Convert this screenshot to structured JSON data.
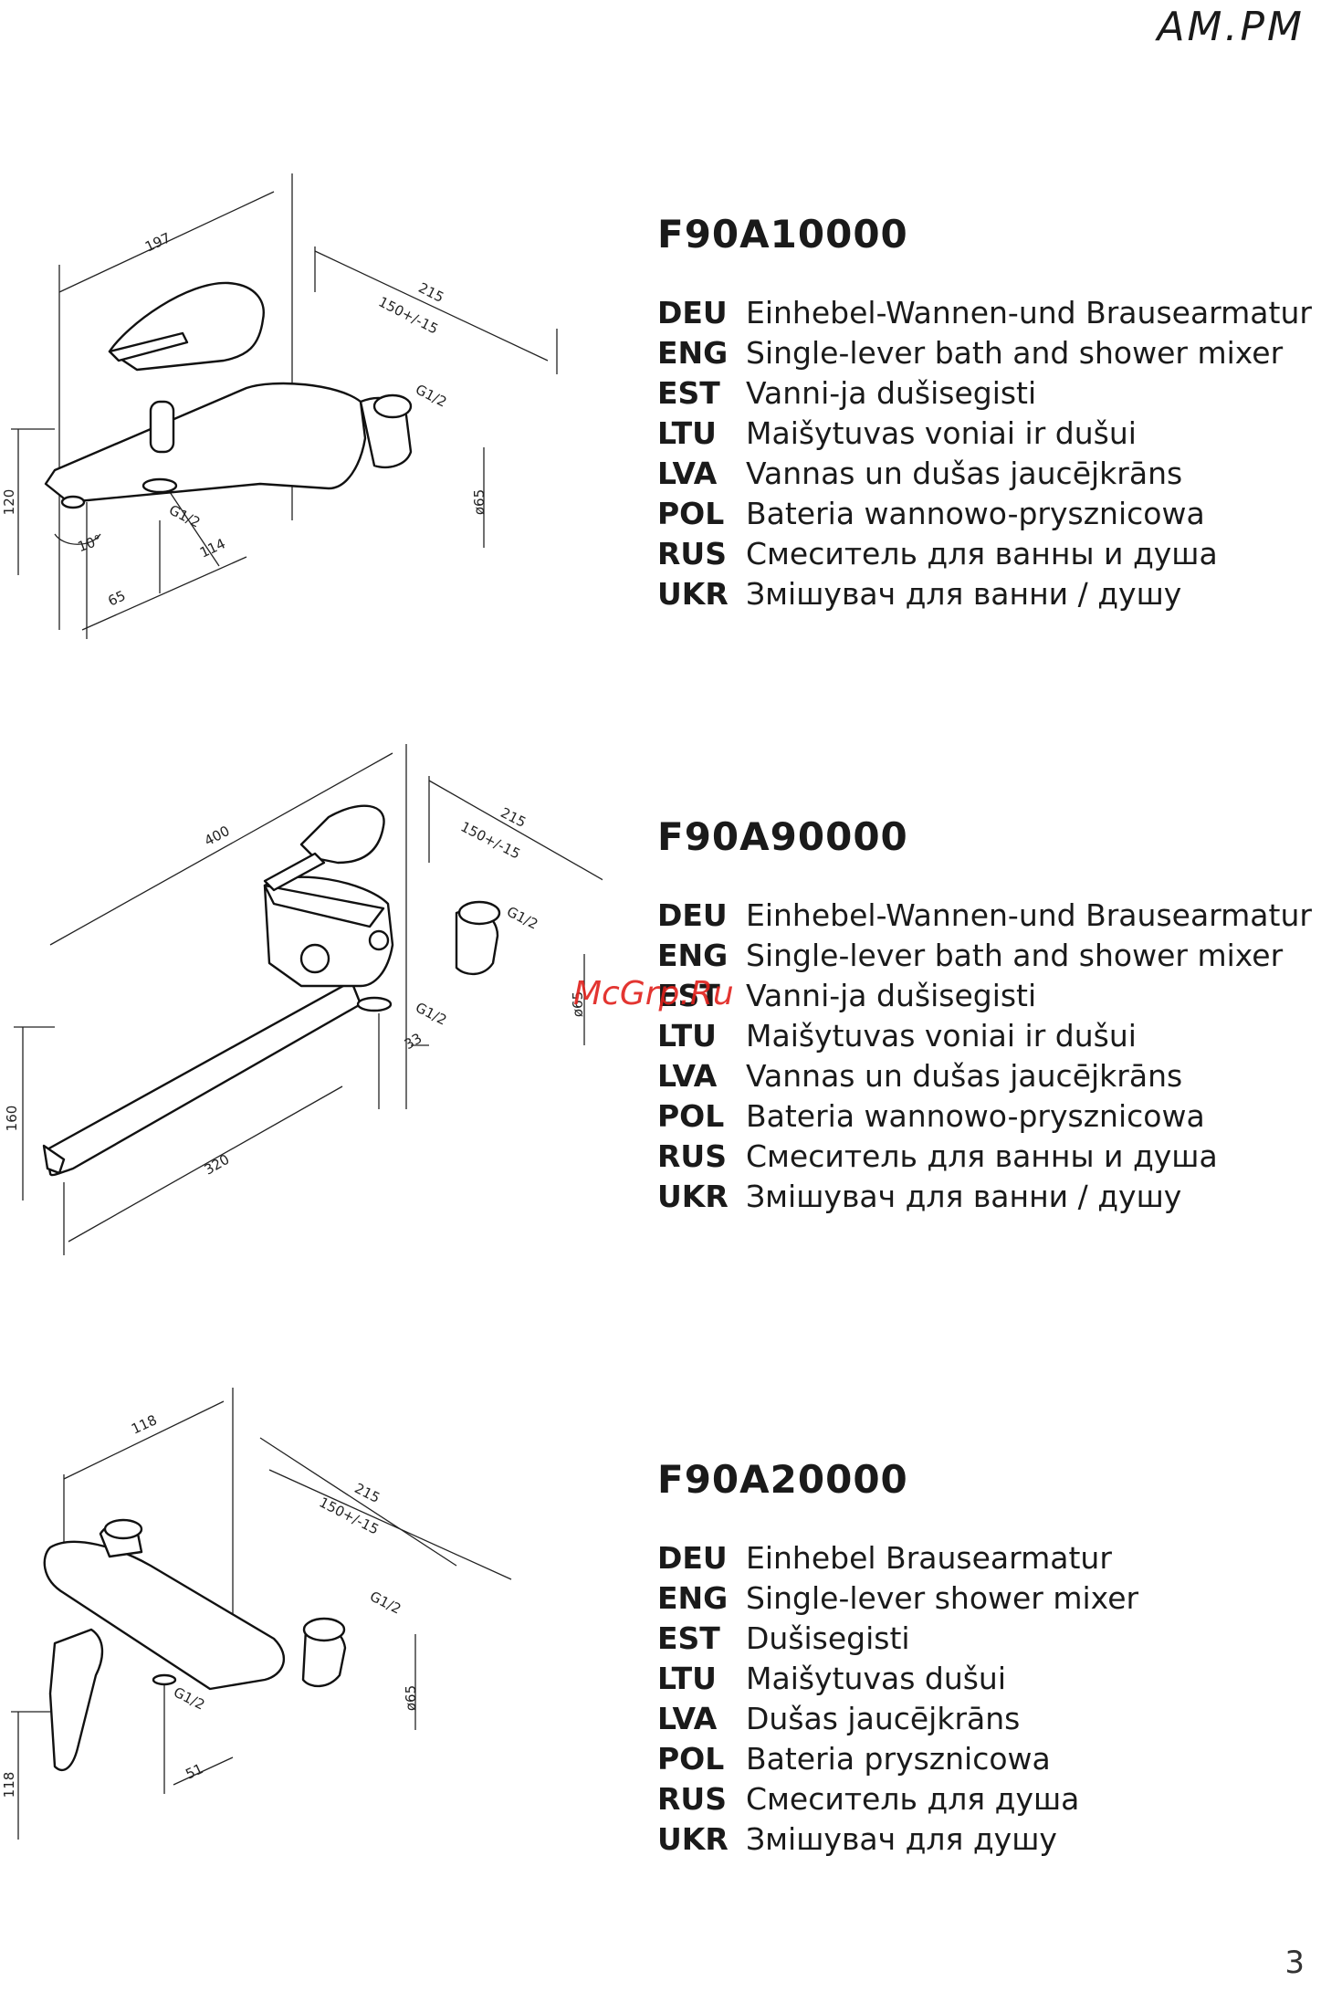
{
  "brand": "AM.PM",
  "page_number": "3",
  "watermark": "McGrp.Ru",
  "products": [
    {
      "code": "F90A10000",
      "dimensions": [
        "197",
        "215",
        "150+/-15",
        "G1/2",
        "ø65",
        "120",
        "10°",
        "G1/2",
        "114",
        "65"
      ],
      "names": [
        {
          "lang": "DEU",
          "text": "Einhebel-Wannen-und Brausearmatur"
        },
        {
          "lang": "ENG",
          "text": "Single-lever bath and shower mixer"
        },
        {
          "lang": "EST",
          "text": "Vanni-ja dušisegisti"
        },
        {
          "lang": "LTU",
          "text": "Maišytuvas voniai ir dušui"
        },
        {
          "lang": "LVA",
          "text": "Vannas un dušas jaucējkrāns"
        },
        {
          "lang": "POL",
          "text": "Bateria wannowo-prysznicowa"
        },
        {
          "lang": "RUS",
          "text": "Смеситель для ванны и душа"
        },
        {
          "lang": "UKR",
          "text": "Змішувач для ванни / душу"
        }
      ]
    },
    {
      "code": "F90A90000",
      "dimensions": [
        "400",
        "215",
        "150+/-15",
        "G1/2",
        "ø65",
        "160",
        "G1/2",
        "33",
        "320"
      ],
      "names": [
        {
          "lang": "DEU",
          "text": "Einhebel-Wannen-und Brausearmatur"
        },
        {
          "lang": "ENG",
          "text": "Single-lever bath and shower mixer"
        },
        {
          "lang": "EST",
          "text": "Vanni-ja dušisegisti"
        },
        {
          "lang": "LTU",
          "text": "Maišytuvas voniai ir dušui"
        },
        {
          "lang": "LVA",
          "text": "Vannas un dušas jaucējkrāns"
        },
        {
          "lang": "POL",
          "text": "Bateria wannowo-prysznicowa"
        },
        {
          "lang": "RUS",
          "text": "Смеситель для ванны и душа"
        },
        {
          "lang": "UKR",
          "text": "Змішувач для ванни / душу"
        }
      ]
    },
    {
      "code": "F90A20000",
      "dimensions": [
        "118",
        "215",
        "150+/-15",
        "G1/2",
        "ø65",
        "118",
        "G1/2",
        "51"
      ],
      "names": [
        {
          "lang": "DEU",
          "text": "Einhebel Brausearmatur"
        },
        {
          "lang": "ENG",
          "text": "Single-lever shower mixer"
        },
        {
          "lang": "EST",
          "text": "Dušisegisti"
        },
        {
          "lang": "LTU",
          "text": "Maišytuvas dušui"
        },
        {
          "lang": "LVA",
          "text": "Dušas jaucējkrāns"
        },
        {
          "lang": "POL",
          "text": "Bateria prysznicowa"
        },
        {
          "lang": "RUS",
          "text": "Смеситель для душа"
        },
        {
          "lang": "UKR",
          "text": "Змішувач для душу"
        }
      ]
    }
  ]
}
